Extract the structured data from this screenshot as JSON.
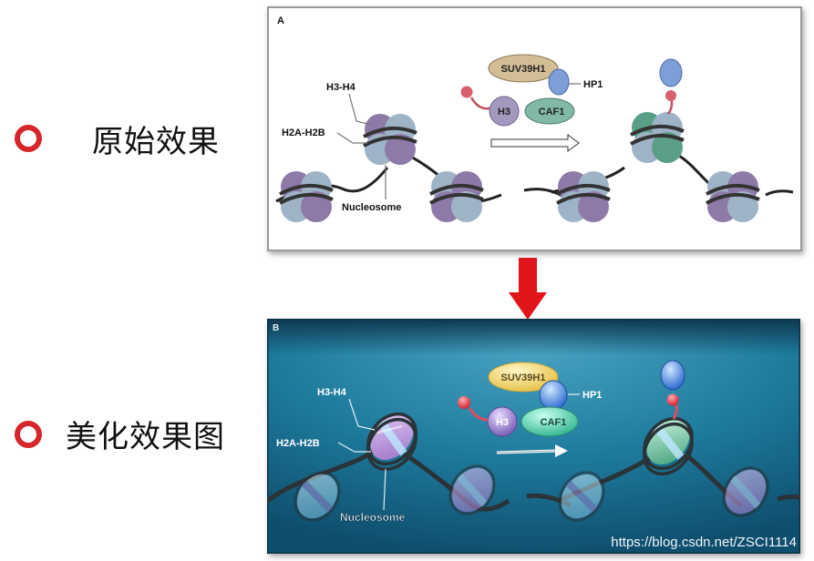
{
  "rows": [
    {
      "label": "原始效果"
    },
    {
      "label": "美化效果图"
    }
  ],
  "panel_a": {
    "letter": "A",
    "labels": {
      "h3h4": "H3-H4",
      "h2a": "H2A-H2B",
      "nucleosome": "Nucleosome",
      "suv": "SUV39H1",
      "hp1": "HP1",
      "h3": "H3",
      "caf1": "CAF1"
    }
  },
  "panel_b": {
    "letter": "B",
    "labels": {
      "h3h4": "H3-H4",
      "h2a": "H2A-H2B",
      "nucleosome": "Nucleosome",
      "suv": "SUV39H1",
      "hp1": "HP1",
      "h3": "H3",
      "caf1": "CAF1"
    }
  },
  "arrow_icon": "down-arrow-icon",
  "watermark": "https://blog.csdn.net/ZSCI1114",
  "colors": {
    "marker": "#d6262b",
    "arrow": "#e0141b",
    "panel_b_bg": "#1e7a9c"
  }
}
